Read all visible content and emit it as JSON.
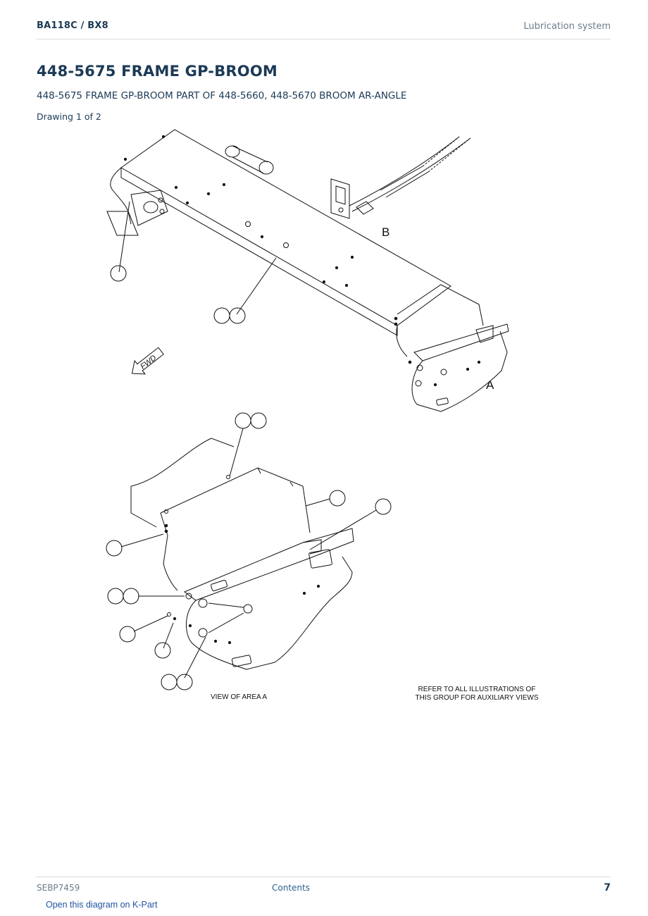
{
  "header": {
    "model": "BA118C  /  BX8",
    "section": "Lubrication system"
  },
  "title": "448-5675 FRAME GP-BROOM",
  "subtitle": "448-5675 FRAME GP-BROOM PART OF 448-5660, 448-5670 BROOM AR-ANGLE",
  "drawing": "Drawing 1 of 2",
  "diagram": {
    "label_b": "B",
    "label_a": "A",
    "fwd": "FWD",
    "view_caption": "VIEW OF AREA  A",
    "note_line1": "REFER TO ALL ILLUSTRATIONS OF",
    "note_line2": "THIS GROUP FOR AUXILIARY VIEWS"
  },
  "footer": {
    "doc_id": "SEBP7459",
    "contents_link": "Contents",
    "page_number": "7",
    "kpart_link": "Open this diagram on K-Part"
  }
}
